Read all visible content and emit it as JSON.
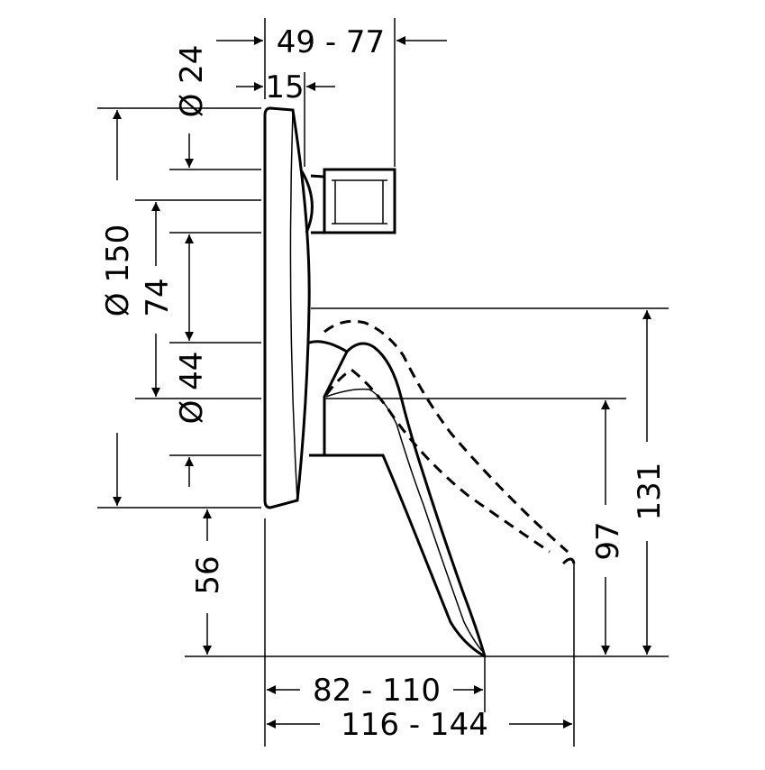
{
  "drawing": {
    "line_color": "#000000",
    "background": "#ffffff"
  },
  "dimensions": {
    "width_49_77": "49 - 77",
    "diameter_24": "Ø 24",
    "offset_15": "15",
    "diameter_150": "Ø 150",
    "height_74": "74",
    "diameter_44": "Ø 44",
    "height_56": "56",
    "height_97": "97",
    "height_131": "131",
    "reach_82_110": "82 - 110",
    "reach_116_144": "116 - 144"
  }
}
